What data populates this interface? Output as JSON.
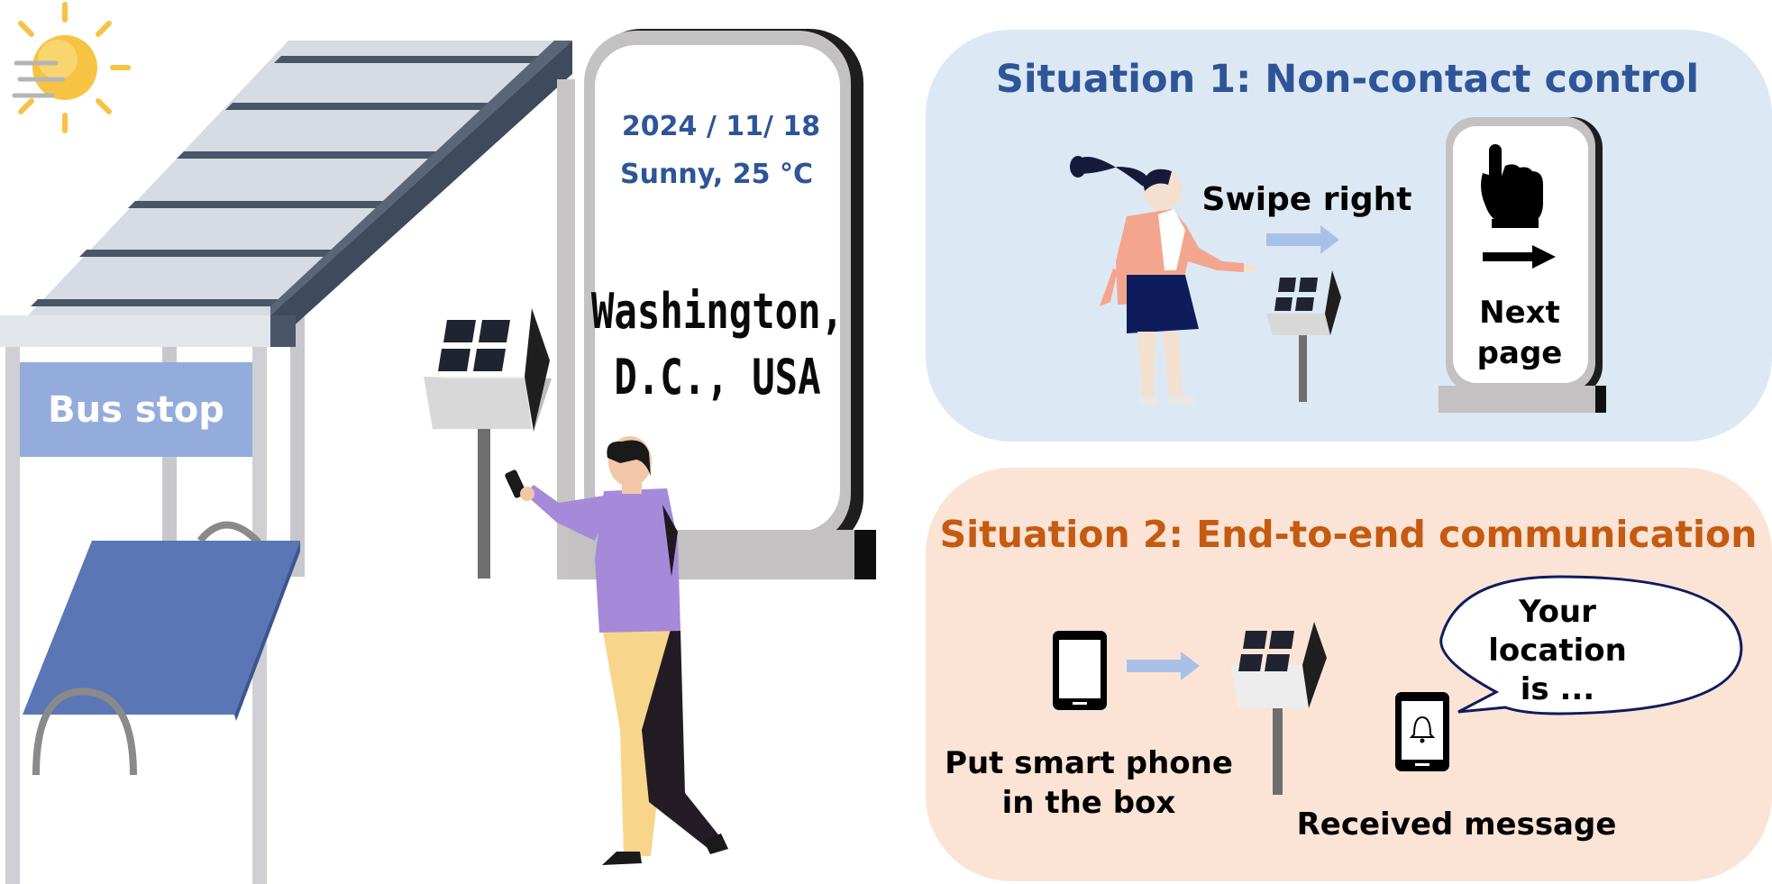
{
  "weather_icon": "sun-icon",
  "bus_stop": {
    "sign_label": "Bus stop",
    "sign_color": "#93acdc",
    "bench_color": "#5a76b4"
  },
  "display_board": {
    "date": "2024 / 11/ 18",
    "weather": "Sunny, 25 °C",
    "location_line1": "Washington,",
    "location_line2": "D.C., USA",
    "info_color": "#2e5597"
  },
  "situation1": {
    "title": "Situation 1: Non-contact control",
    "gesture_label": "Swipe right",
    "screen_line1": "Next",
    "screen_line2": "page",
    "panel_color": "#dde8f5",
    "title_color": "#2e5597",
    "icons": [
      "pointing-hand-icon",
      "arrow-right-icon"
    ]
  },
  "situation2": {
    "title": "Situation 2: End-to-end communication",
    "caption_left_line1": "Put smart phone",
    "caption_left_line2": "in the box",
    "caption_right": "Received message",
    "bubble_line1": "Your",
    "bubble_line2": "location",
    "bubble_line3": "is ...",
    "panel_color": "#fbe4d6",
    "title_color": "#c55a11",
    "icons": [
      "smartphone-icon",
      "bell-icon"
    ]
  }
}
